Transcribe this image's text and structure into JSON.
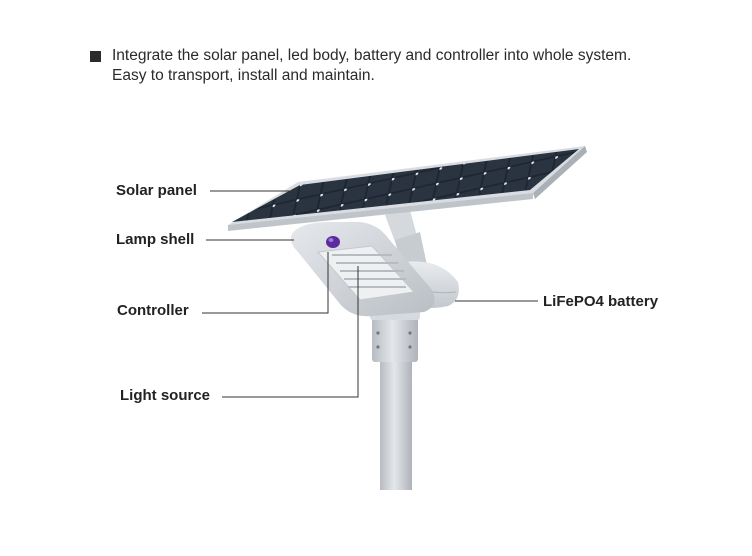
{
  "intro": {
    "line1": "Integrate the solar panel, led body, battery and controller into whole system.",
    "line2": "Easy to transport, install and maintain."
  },
  "labels": {
    "solar_panel": "Solar panel",
    "lamp_shell": "Lamp shell",
    "controller": "Controller",
    "light_source": "Light source",
    "battery": "LiFePO4 battery"
  },
  "colors": {
    "panel_cell": "#1f2833",
    "panel_frame": "#d9dde2",
    "lamp_body": "#cfd3d8",
    "pole": "#c9cdd2",
    "sensor": "#5b2aa0",
    "leader_line": "#333333"
  }
}
